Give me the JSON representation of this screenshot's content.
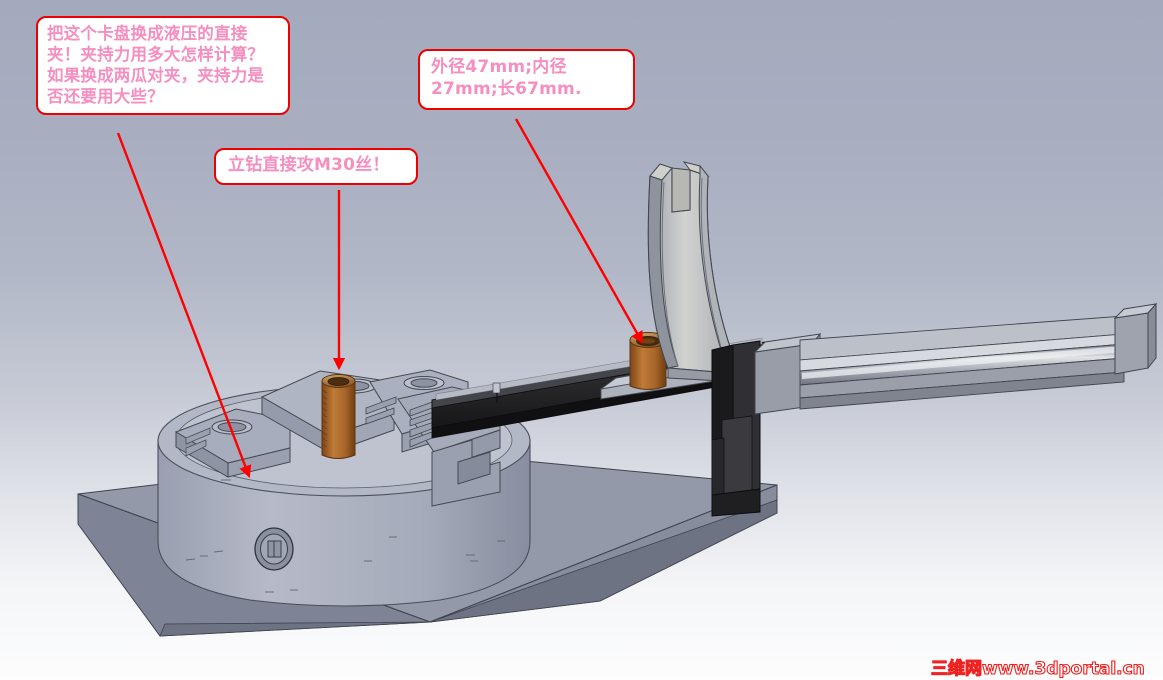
{
  "scene": {
    "title": "3D CAD assembly screenshot of a three-jaw lathe chuck fixture with hydraulic clamp arm",
    "background_top_color": "#a3aabd",
    "background_bottom_color": "#fdfdfe",
    "steel_color": "#9ba0b0",
    "steel_light_color": "#c3c7d2",
    "black_part_color": "#2b2b2e",
    "copper_color": "#a8662d",
    "annotation_border_color": "#ef0000",
    "annotation_text_color": "#f58fc0",
    "annotation_fill_color": "#ffffff",
    "arrow_color": "#ff0000"
  },
  "annotations": [
    {
      "id": "chuck-note",
      "text": "把这个卡盘换成液压的直接夹！夹持力用多大怎样计算？\n如果换成两瓜对夹，夹持力是否还要用大些？"
    },
    {
      "id": "bushing-dims",
      "text": "外径47mm;内径27mm;长67mm."
    },
    {
      "id": "thread-note",
      "text": "立钻直接攻M30丝！"
    }
  ],
  "watermark": {
    "text": "三维网www.3dportal.cn"
  },
  "parts": {
    "base_plate": "base-plate",
    "chuck_body": "three-jaw-chuck-body",
    "chuck_jaws": "chuck-jaws",
    "chuck_key_socket": "chuck-key-socket",
    "copper_bushing_chuck": "copper-bushing-on-chuck",
    "copper_bushing_arm": "copper-bushing-on-arm",
    "clamp_arm": "curved-clamp-arm",
    "black_beam": "black-support-beam",
    "black_bracket": "black-vertical-bracket",
    "cylinder": "hydraulic-cylinder",
    "cylinder_cap": "cylinder-end-cap"
  }
}
